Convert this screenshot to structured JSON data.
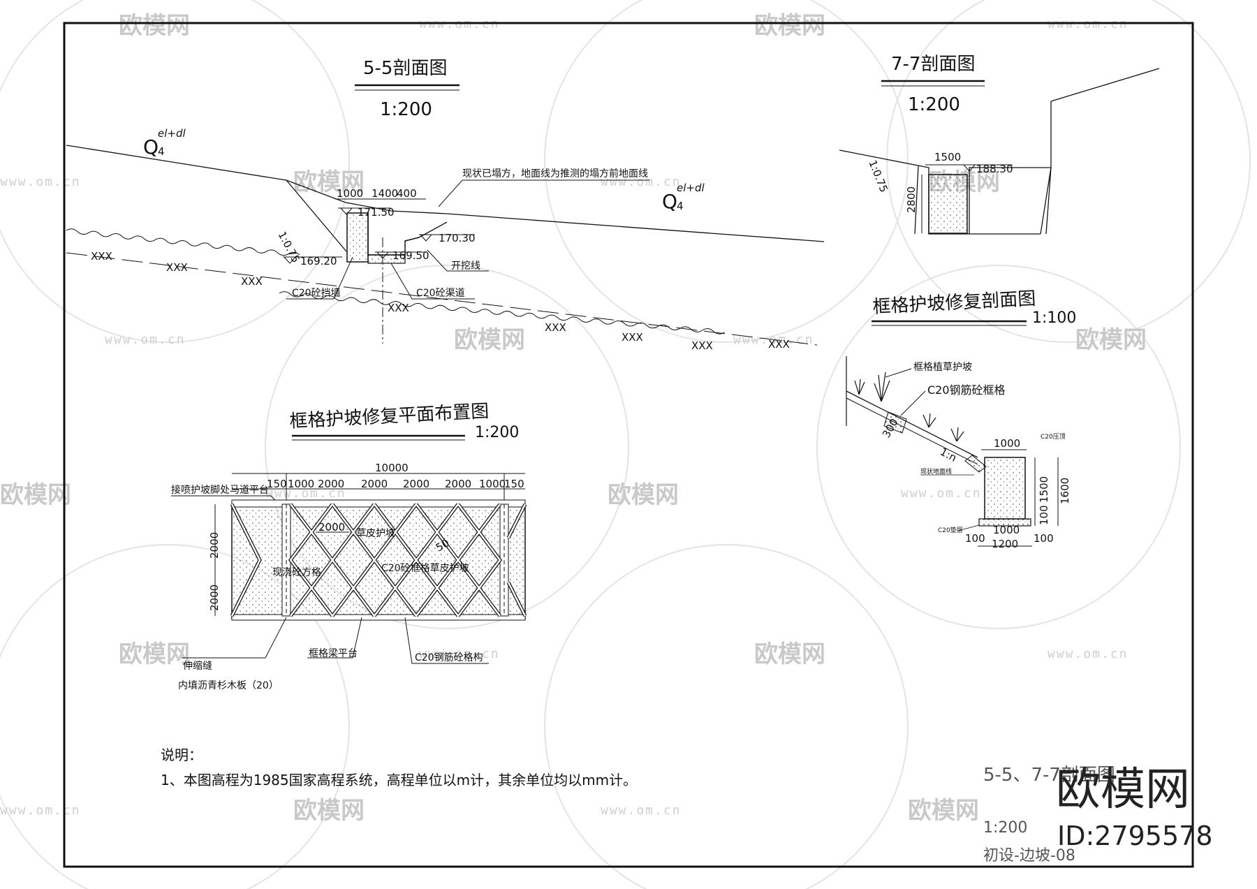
{
  "section_5_5": {
    "title": "5-5剖面图",
    "scale": "1:200",
    "soil_symbol": "Q",
    "soil_sub": "4",
    "soil_sup": "el+dl",
    "slope_ratio": "1:0.75",
    "dims": [
      "1000",
      "1400",
      "400"
    ],
    "elevations": [
      "171.50",
      "170.30",
      "169.20",
      "169.50"
    ],
    "labels": {
      "existing_collapse": "现状已塌方，地面线为推测的塌方前地面线",
      "excavation_line": "开挖线",
      "retaining_wall": "C20砼挡墙",
      "drain_channel": "C20砼渠道"
    },
    "hatch_mark": "XXX"
  },
  "section_7_7": {
    "title": "7-7剖面图",
    "scale": "1:200",
    "slope_ratio": "1:0.75",
    "width": "1500",
    "height": "2800",
    "elevation": "188.30"
  },
  "frame_plan": {
    "title": "框格护坡修复平面布置图",
    "scale": "1:200",
    "total_dim": "10000",
    "top_dims": [
      "150",
      "1000",
      "2000",
      "2000",
      "2000",
      "2000",
      "1000",
      "150"
    ],
    "side_dims": [
      "2000",
      "2000"
    ],
    "labels": {
      "top_platform": "接喷护坡脚处马道平台",
      "inner_dim": "2000",
      "turf": "草皮护坡",
      "cast_block": "现浇砼方格",
      "frame_turf": "C20砼框格草皮护坡",
      "angle": "50",
      "platform": "框格梁平台",
      "rebar_frame": "C20钢筋砼格构",
      "joint": "伸缩缝",
      "joint_fill": "内填沥青杉木板（20）"
    }
  },
  "frame_section": {
    "title": "框格护坡修复剖面图",
    "scale": "1:100",
    "labels": {
      "grass": "框格植草护坡",
      "rebar_frame": "C20钢筋砼框格",
      "slope": "1:n",
      "dim_300": "300",
      "ground": "现状地面线",
      "cap": "C20压顶",
      "cushion": "C20垫层"
    },
    "dims": {
      "top": "1000",
      "h1": "1500",
      "h2": "100",
      "total_h": "1600",
      "bottom_inner": "1000",
      "bottom_total": "1200",
      "left": "100",
      "right": "100"
    }
  },
  "notes": {
    "heading": "说明：",
    "line1": "1、本图高程为1985国家高程系统，高程单位以m计，其余单位均以mm计。"
  },
  "title_block": {
    "drawing_name": "5-5、7-7剖面图",
    "scale": "1:200",
    "drawing_no": "初设-边坡-08"
  },
  "watermark": {
    "brand": "欧模网",
    "url": "www.om.cn",
    "id": "ID:2795578"
  }
}
